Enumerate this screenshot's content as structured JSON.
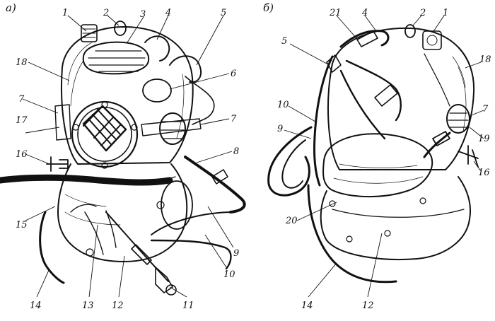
{
  "panels": {
    "a": {
      "label": "а)"
    },
    "b": {
      "label": "б)"
    }
  },
  "callouts_a": [
    {
      "id": "1",
      "text": "1"
    },
    {
      "id": "2",
      "text": "2"
    },
    {
      "id": "3",
      "text": "3"
    },
    {
      "id": "4",
      "text": "4"
    },
    {
      "id": "5",
      "text": "5"
    },
    {
      "id": "6",
      "text": "6"
    },
    {
      "id": "7r",
      "text": "7"
    },
    {
      "id": "8",
      "text": "8"
    },
    {
      "id": "9",
      "text": "9"
    },
    {
      "id": "10",
      "text": "10"
    },
    {
      "id": "11",
      "text": "11"
    },
    {
      "id": "12",
      "text": "12"
    },
    {
      "id": "13",
      "text": "13"
    },
    {
      "id": "14",
      "text": "14"
    },
    {
      "id": "15",
      "text": "15"
    },
    {
      "id": "16",
      "text": "16"
    },
    {
      "id": "17",
      "text": "17"
    },
    {
      "id": "7l",
      "text": "7"
    },
    {
      "id": "18",
      "text": "18"
    }
  ],
  "callouts_b": [
    {
      "id": "21",
      "text": "21"
    },
    {
      "id": "4",
      "text": "4"
    },
    {
      "id": "2",
      "text": "2"
    },
    {
      "id": "1",
      "text": "1"
    },
    {
      "id": "18",
      "text": "18"
    },
    {
      "id": "5",
      "text": "5"
    },
    {
      "id": "10",
      "text": "10"
    },
    {
      "id": "9",
      "text": "9"
    },
    {
      "id": "7",
      "text": "7"
    },
    {
      "id": "19",
      "text": "19"
    },
    {
      "id": "16",
      "text": "16"
    },
    {
      "id": "20",
      "text": "20"
    },
    {
      "id": "14",
      "text": "14"
    },
    {
      "id": "12",
      "text": "12"
    }
  ]
}
